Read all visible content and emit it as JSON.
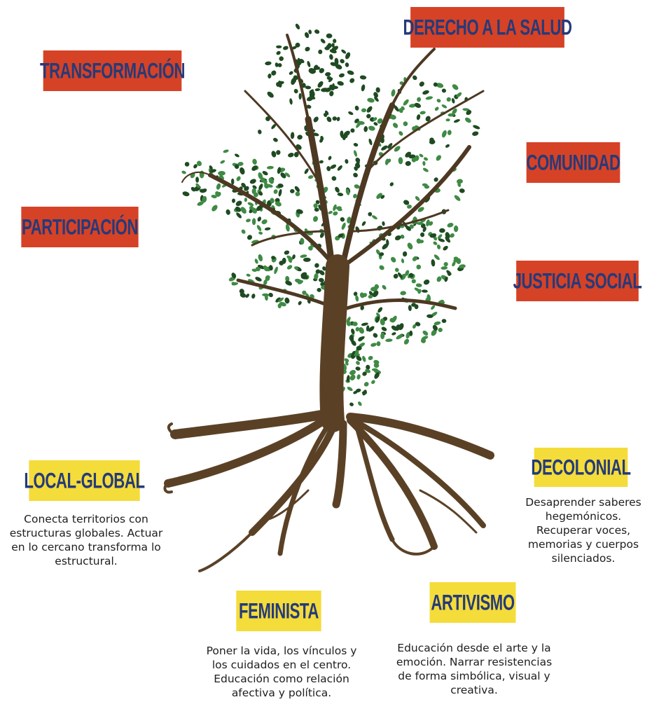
{
  "values": [
    "DERECHO A LA SALUD",
    "TRANSFORMACIÓN",
    "COMUNIDAD",
    "PARTICIPACIÓN",
    "JUSTICIA SOCIAL"
  ],
  "roots": {
    "local_global": {
      "title": "LOCAL-GLOBAL",
      "lines": [
        "Conecta territorios con",
        "estructuras globales. Actuar",
        "en lo cercano transforma lo",
        "estructural."
      ]
    },
    "decolonial": {
      "title": "DECOLONIAL",
      "lines": [
        "Desaprender saberes",
        "hegemónicos.",
        "Recuperar voces,",
        "memorias y cuerpos",
        "silenciados."
      ]
    },
    "feminista": {
      "title": "FEMINISTA",
      "lines": [
        "Poner la vida, los vínculos y",
        "los cuidados en el centro.",
        "Educación como relación",
        "afectiva y política."
      ]
    },
    "artivismo": {
      "title": "ARTIVISMO",
      "lines": [
        "Educación desde el arte y la",
        "emoción. Narrar resistencias",
        "de forma simbólica, visual y",
        "creativa."
      ]
    }
  },
  "colors": {
    "value_box": "#d64226",
    "root_box": "#f4dc3a",
    "label_text": "#253a7a",
    "trunk": "#5a4126",
    "leaf_dark": "#1f4a22",
    "leaf_light": "#3f8a45"
  }
}
